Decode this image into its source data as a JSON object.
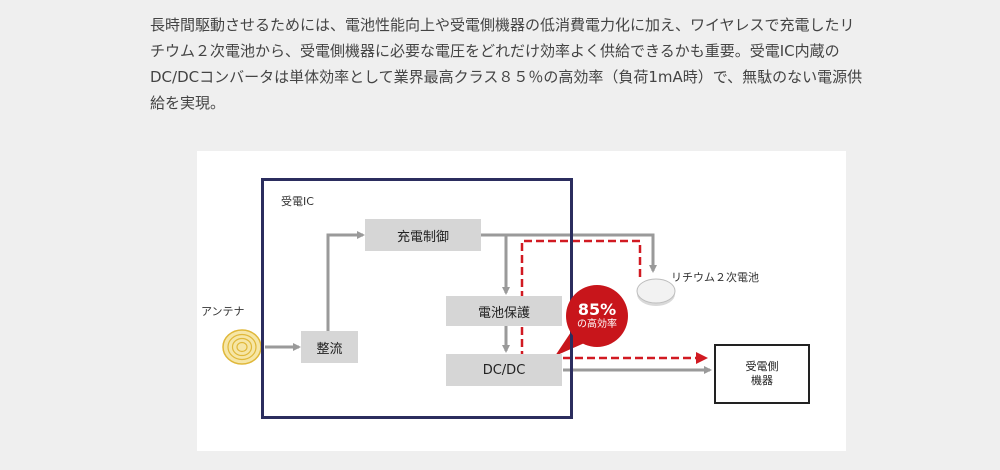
{
  "paragraph": [
    "長時間駆動させるためには、電池性能向上や受電側機器の低消費電力化に加え、ワイヤレスで充電したリ",
    "チウム２次電池から、受電側機器に必要な電圧をどれだけ効率よく供給できるかも重要。受電IC内蔵の",
    "DC/DCコンバータは単体効率として業界最高クラス８５％の高効率（負荷1mA時）で、無駄のない電源供",
    "給を実現。"
  ],
  "diagram": {
    "ic_label": "受電IC",
    "antenna_label": "アンテナ",
    "rectifier": "整流",
    "charge_control": "充電制御",
    "battery_protection": "電池保護",
    "dcdc": "DC/DC",
    "battery_label": "リチウム２次電池",
    "receiver_line1": "受電側",
    "receiver_line2": "機器",
    "efficiency_value": "85%",
    "efficiency_caption": "の高効率"
  },
  "colors": {
    "ic_border": "#2b2d5e",
    "arrow_gray": "#9a9a9a",
    "highlight_red": "#d11a22",
    "antenna_coil": "#e8c24a"
  }
}
